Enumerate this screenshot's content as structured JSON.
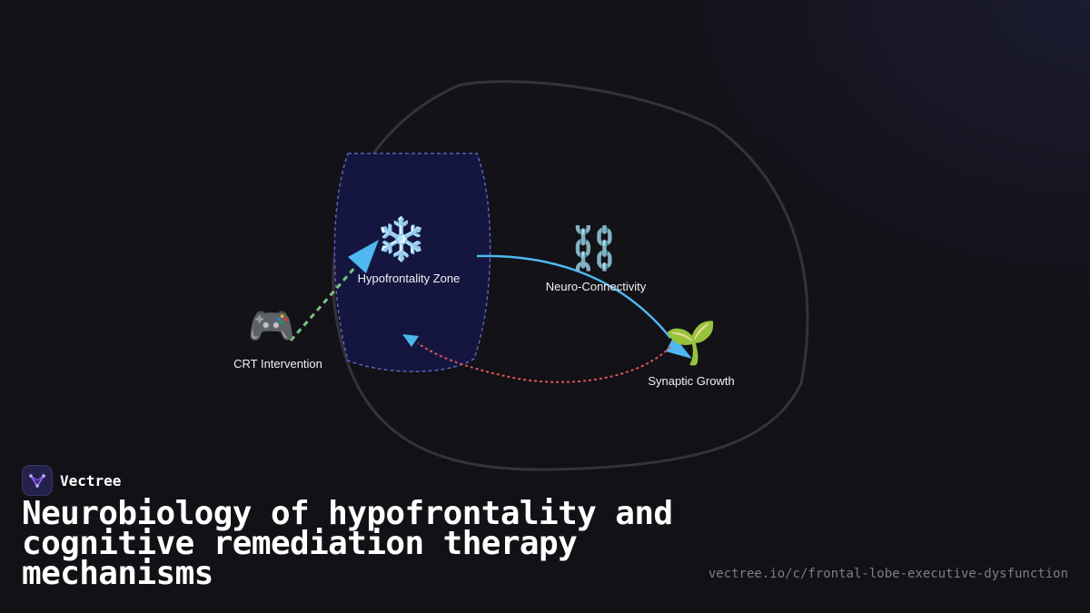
{
  "brand": {
    "name": "Vectree",
    "accent_color": "#8b5cf6"
  },
  "title": "Neurobiology of hypofrontality and cognitive remediation therapy mechanisms",
  "url": "vectree.io/c/frontal-lobe-executive-dysfunction",
  "diagram": {
    "nodes": [
      {
        "id": "hypofrontality",
        "label": "Hypofrontality Zone",
        "icon": "snowflake-icon",
        "glyph": "❄️"
      },
      {
        "id": "neuro",
        "label": "Neuro-Connectivity",
        "icon": "chain-icon",
        "glyph": "⛓️"
      },
      {
        "id": "crt",
        "label": "CRT Intervention",
        "icon": "gamepad-icon",
        "glyph": "🎮"
      },
      {
        "id": "synaptic",
        "label": "Synaptic Growth",
        "icon": "seedling-icon",
        "glyph": "🌱"
      }
    ],
    "edges": [
      {
        "from": "crt",
        "to": "hypofrontality",
        "style": "dashed",
        "color": "#7cc47f"
      },
      {
        "from": "hypofrontality",
        "to": "synaptic",
        "style": "solid",
        "color": "#4fb8f0"
      },
      {
        "from": "synaptic",
        "to": "hypofrontality",
        "style": "dotted",
        "color": "#e05555"
      }
    ],
    "colors": {
      "brain_outline": "#333338",
      "zone_fill": "#141640",
      "zone_border": "#5a62b8"
    }
  }
}
